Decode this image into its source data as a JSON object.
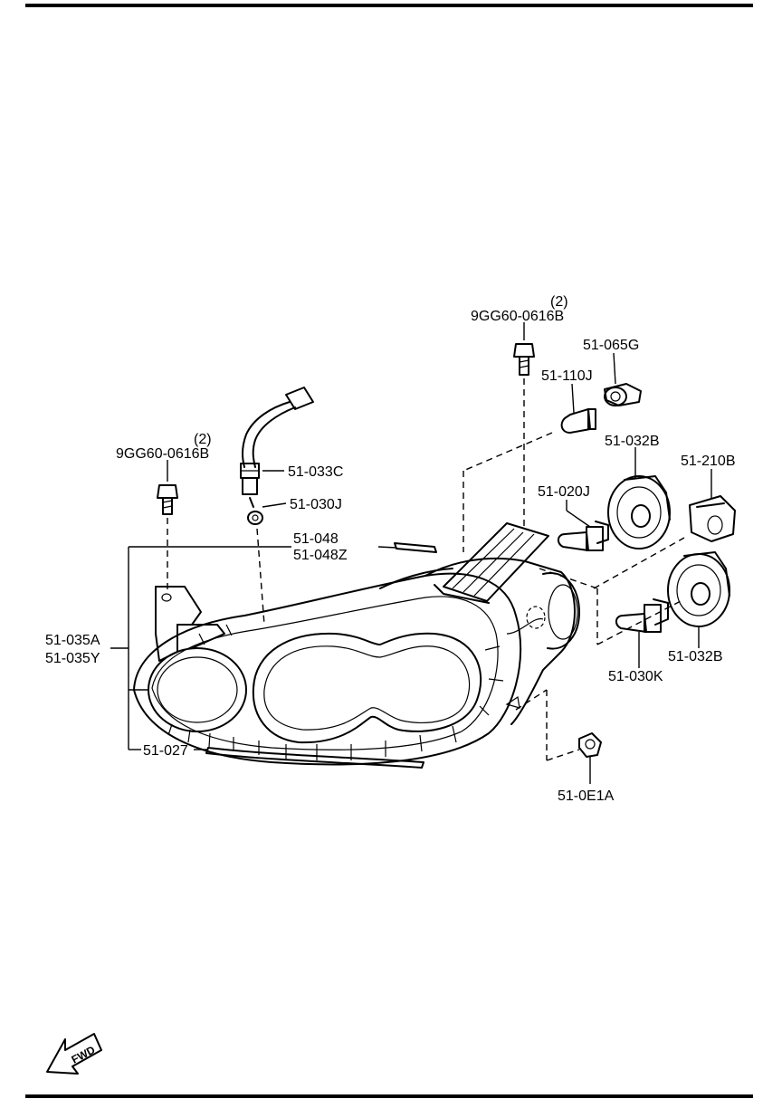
{
  "diagram": {
    "callouts": {
      "bolt_left_qty": "(2)",
      "bolt_left": "9GG60-0616B",
      "bolt_top_qty": "(2)",
      "bolt_top": "9GG60-0616B",
      "socket": "51-065G",
      "bulb_small": "51-110J",
      "cap_upper": "51-032B",
      "cover": "51-210B",
      "wiring": "51-033C",
      "ring": "51-030J",
      "bulb_upper": "51-020J",
      "pad": "51-048",
      "pad_alt": "51-048Z",
      "headlamp": "51-035A",
      "headlamp_alt": "51-035Y",
      "bulb_lower": "51-030K",
      "cap_lower": "51-032B",
      "gasket": "51-027",
      "clip": "51-0E1A"
    },
    "fwd_label": "FWD"
  }
}
